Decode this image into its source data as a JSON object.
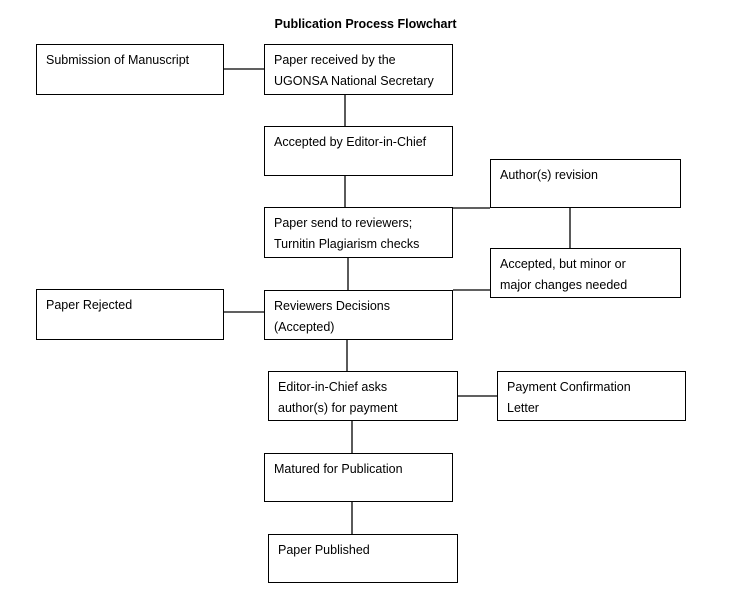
{
  "title": "Publication Process Flowchart",
  "nodes": {
    "submission": [
      "Submission of Manuscript"
    ],
    "received": [
      "Paper received by the",
      "UGONSA National Secretary"
    ],
    "accepted_editor": [
      "Accepted by Editor-in-Chief"
    ],
    "author_revision": [
      "Author(s) revision"
    ],
    "send_reviewers": [
      "Paper send to reviewers;",
      "Turnitin Plagiarism checks"
    ],
    "minor_major": [
      "Accepted, but minor or",
      "major changes needed"
    ],
    "rejected": [
      "Paper Rejected"
    ],
    "reviewers_decisions": [
      "Reviewers Decisions",
      "(Accepted)"
    ],
    "payment_ask": [
      "Editor-in-Chief asks",
      "author(s) for payment"
    ],
    "payment_confirmation": [
      "Payment Confirmation",
      "Letter"
    ],
    "matured": [
      "Matured for Publication"
    ],
    "published": [
      "Paper Published"
    ]
  }
}
